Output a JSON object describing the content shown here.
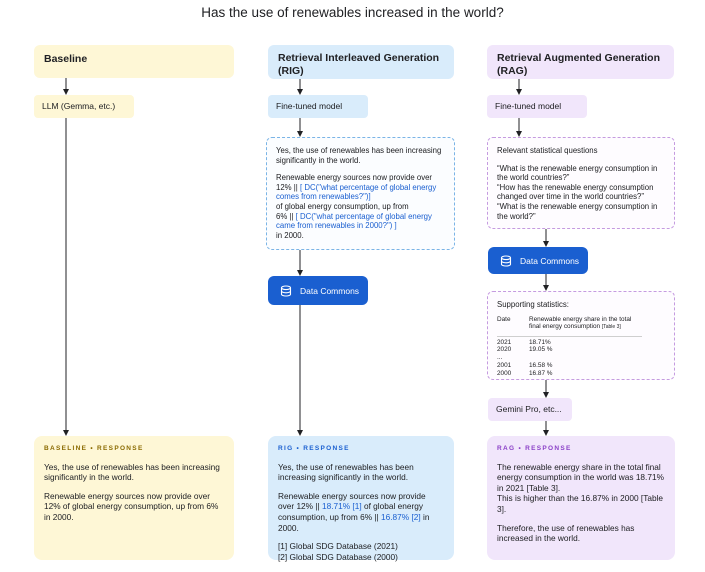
{
  "title": "Has the use of renewables increased in the world?",
  "colors": {
    "baseline_bg": "#fef7d6",
    "rig_bg": "#d9ecfb",
    "rag_bg": "#f1e6fb",
    "data_commons": "#1a5fd0",
    "highlight_blue": "#1a5fd0"
  },
  "baseline": {
    "header": "Baseline",
    "model": "LLM (Gemma, etc.)",
    "response_tag": "BASELINE • RESPONSE",
    "response_p1": "Yes, the use of renewables has been increasing significantly in the world.",
    "response_p2": "Renewable energy sources now provide over 12% of global energy consumption, up from 6% in 2000."
  },
  "rig": {
    "header": "Retrieval Interleaved Generation (RIG)",
    "model": "Fine-tuned model",
    "gen_p1": "Yes, the use of renewables has been increasing significantly in the world.",
    "gen_l1": "Renewable energy sources now provide over",
    "gen_l2a": "12% || ",
    "gen_q1": "[ DC(\"what percentage of global energy comes from renewables?\")]",
    "gen_l3": "of global energy consumption, up from",
    "gen_l4a": "6% || ",
    "gen_q2": "[ DC(\"what percentage of global energy came from renewables in 2000?\") ]",
    "gen_l5": "in 2000.",
    "data_commons": "Data Commons",
    "response_tag": "RIG • RESPONSE",
    "response_p1": "Yes, the use of renewables has been increasing significantly in the world.",
    "resp_a": "Renewable energy sources now provide over 12% || ",
    "resp_v1": "18.71% [1]",
    "resp_b": " of global energy consumption, up from 6% || ",
    "resp_v2": "16.87% [2]",
    "resp_c": " in 2000.",
    "ref1": "[1]  Global SDG Database (2021)",
    "ref2": "[2] Global SDG Database (2000)"
  },
  "rag": {
    "header": "Retrieval Augmented Generation (RAG)",
    "model": "Fine-tuned model",
    "questions_title": "Relevant statistical questions",
    "q1": "“What is the renewable energy consumption in the world countries?”",
    "q2": "“How has the renewable energy consumption changed over time in the world countries?”",
    "q3": "“What is the renewable energy consumption in the world?”",
    "data_commons": "Data Commons",
    "stats_title": "Supporting statistics:",
    "stats_col1": "Date",
    "stats_col2": "Renewable energy share in the total final energy consumption",
    "stats_col2_ref": "[Table 3]",
    "stats_rows": [
      {
        "date": "2021",
        "value": "18.71%"
      },
      {
        "date": "2020",
        "value": "19.05 %"
      },
      {
        "date": "...",
        "value": ""
      },
      {
        "date": "2001",
        "value": "16.58 %"
      },
      {
        "date": "2000",
        "value": "16.87 %"
      }
    ],
    "gemini": "Gemini Pro, etc...",
    "response_tag": "RAG • RESPONSE",
    "response_p1": "The renewable energy share in the total final energy consumption in the world was 18.71% in 2021 [Table 3].",
    "response_p2": "This is higher than the 16.87% in 2000 [Table 3].",
    "response_p3": "Therefore, the use of renewables has increased in the world."
  }
}
